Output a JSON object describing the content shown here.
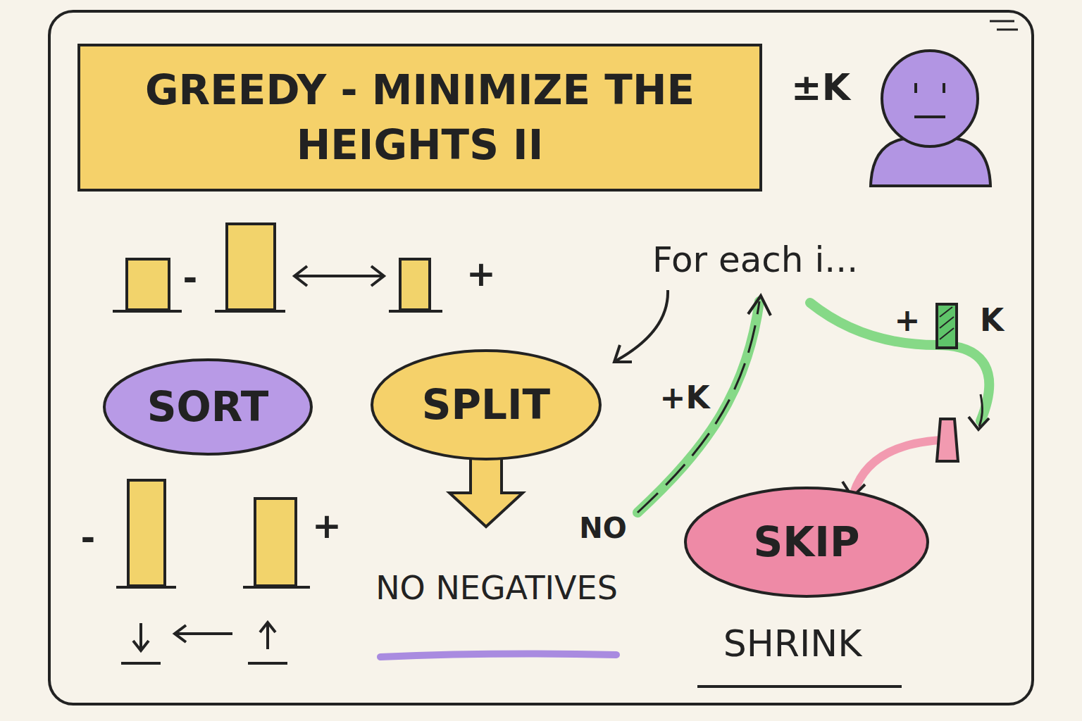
{
  "diagram": {
    "title": "GREEDY - MINIMIZE THE HEIGHTS II",
    "nodes": [
      {
        "text": [
          "SORT"
        ]
      },
      {
        "text": [
          "SPLIT"
        ]
      },
      {
        "text": [
          "SKIP"
        ]
      }
    ],
    "labels": [
      "±K",
      "-",
      "+",
      "For each i...",
      "+",
      "K",
      "+K",
      "NO",
      "-",
      "+",
      "NO NEGATIVES",
      "SHRINK"
    ]
  }
}
